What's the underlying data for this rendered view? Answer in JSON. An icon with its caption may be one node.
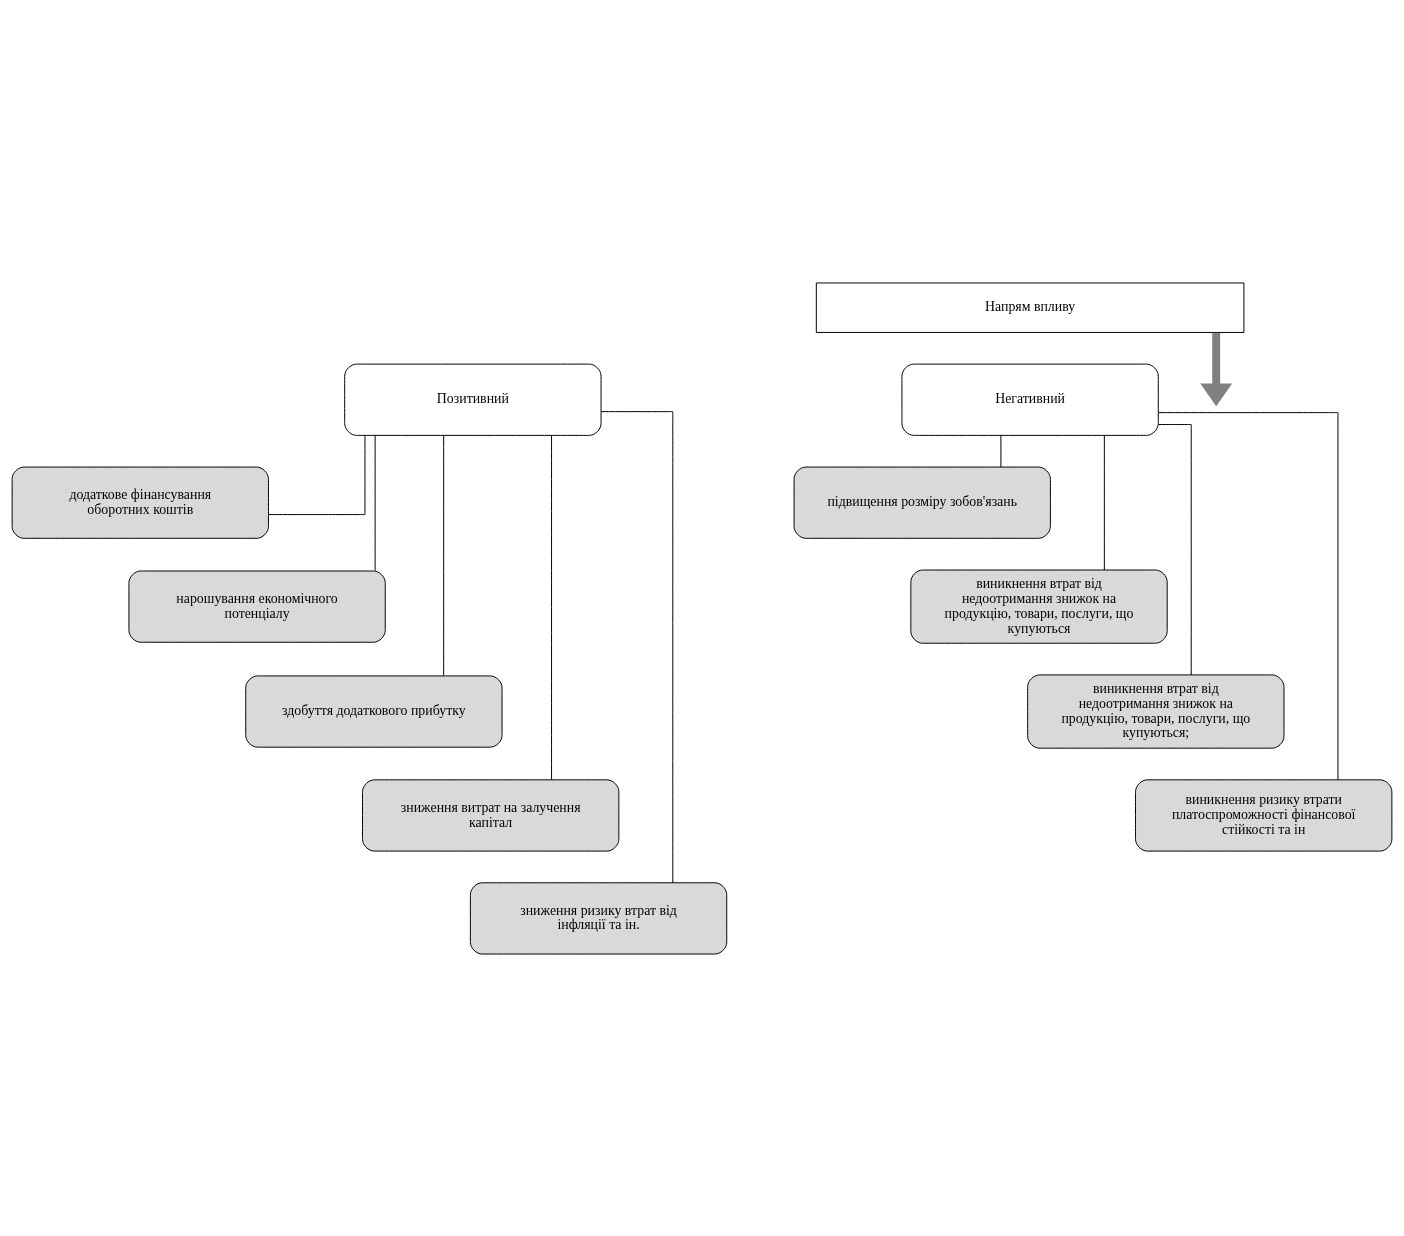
{
  "diagram": {
    "nodes": [
      {
        "text": [
          "Напрям впливу"
        ]
      },
      {
        "text": [
          "Позитивний"
        ]
      },
      {
        "text": [
          "Негативний"
        ]
      },
      {
        "text": [
          "додаткове фінансування оборотних коштів"
        ]
      },
      {
        "text": [
          "нарошування економічного потенціалу"
        ]
      },
      {
        "text": [
          "здобуття додаткового прибутку"
        ]
      },
      {
        "text": [
          "зниження витрат на залучення капітал"
        ]
      },
      {
        "text": [
          "зниження ризику втрат від інфляції та ін."
        ]
      },
      {
        "text": [
          "підвищення розміру зобов'язань"
        ]
      },
      {
        "text": [
          "виникнення втрат від недоотримання знижок на продукцію, товари, послуги, що купуються"
        ]
      },
      {
        "text": [
          "виникнення втрат від недоотримання знижок на продукцію, товари, послуги, що купуються;"
        ]
      },
      {
        "text": [
          "виникнення ризику втрати платоспроможності фінансової стійкості та ін"
        ]
      }
    ],
    "edges": [
      {
        "from": 0,
        "to": null,
        "arrow": "to",
        "style": "thick",
        "color": "#808080"
      },
      {
        "from": 1,
        "to": 3,
        "arrow": "none"
      },
      {
        "from": 1,
        "to": 4,
        "arrow": "none"
      },
      {
        "from": 1,
        "to": 5,
        "arrow": "none"
      },
      {
        "from": 1,
        "to": 6,
        "arrow": "none"
      },
      {
        "from": 1,
        "to": 7,
        "arrow": "none"
      },
      {
        "from": 2,
        "to": 8,
        "arrow": "none"
      },
      {
        "from": 2,
        "to": 9,
        "arrow": "none"
      },
      {
        "from": 2,
        "to": 10,
        "arrow": "none"
      },
      {
        "from": 2,
        "to": 11,
        "arrow": "none"
      }
    ]
  }
}
